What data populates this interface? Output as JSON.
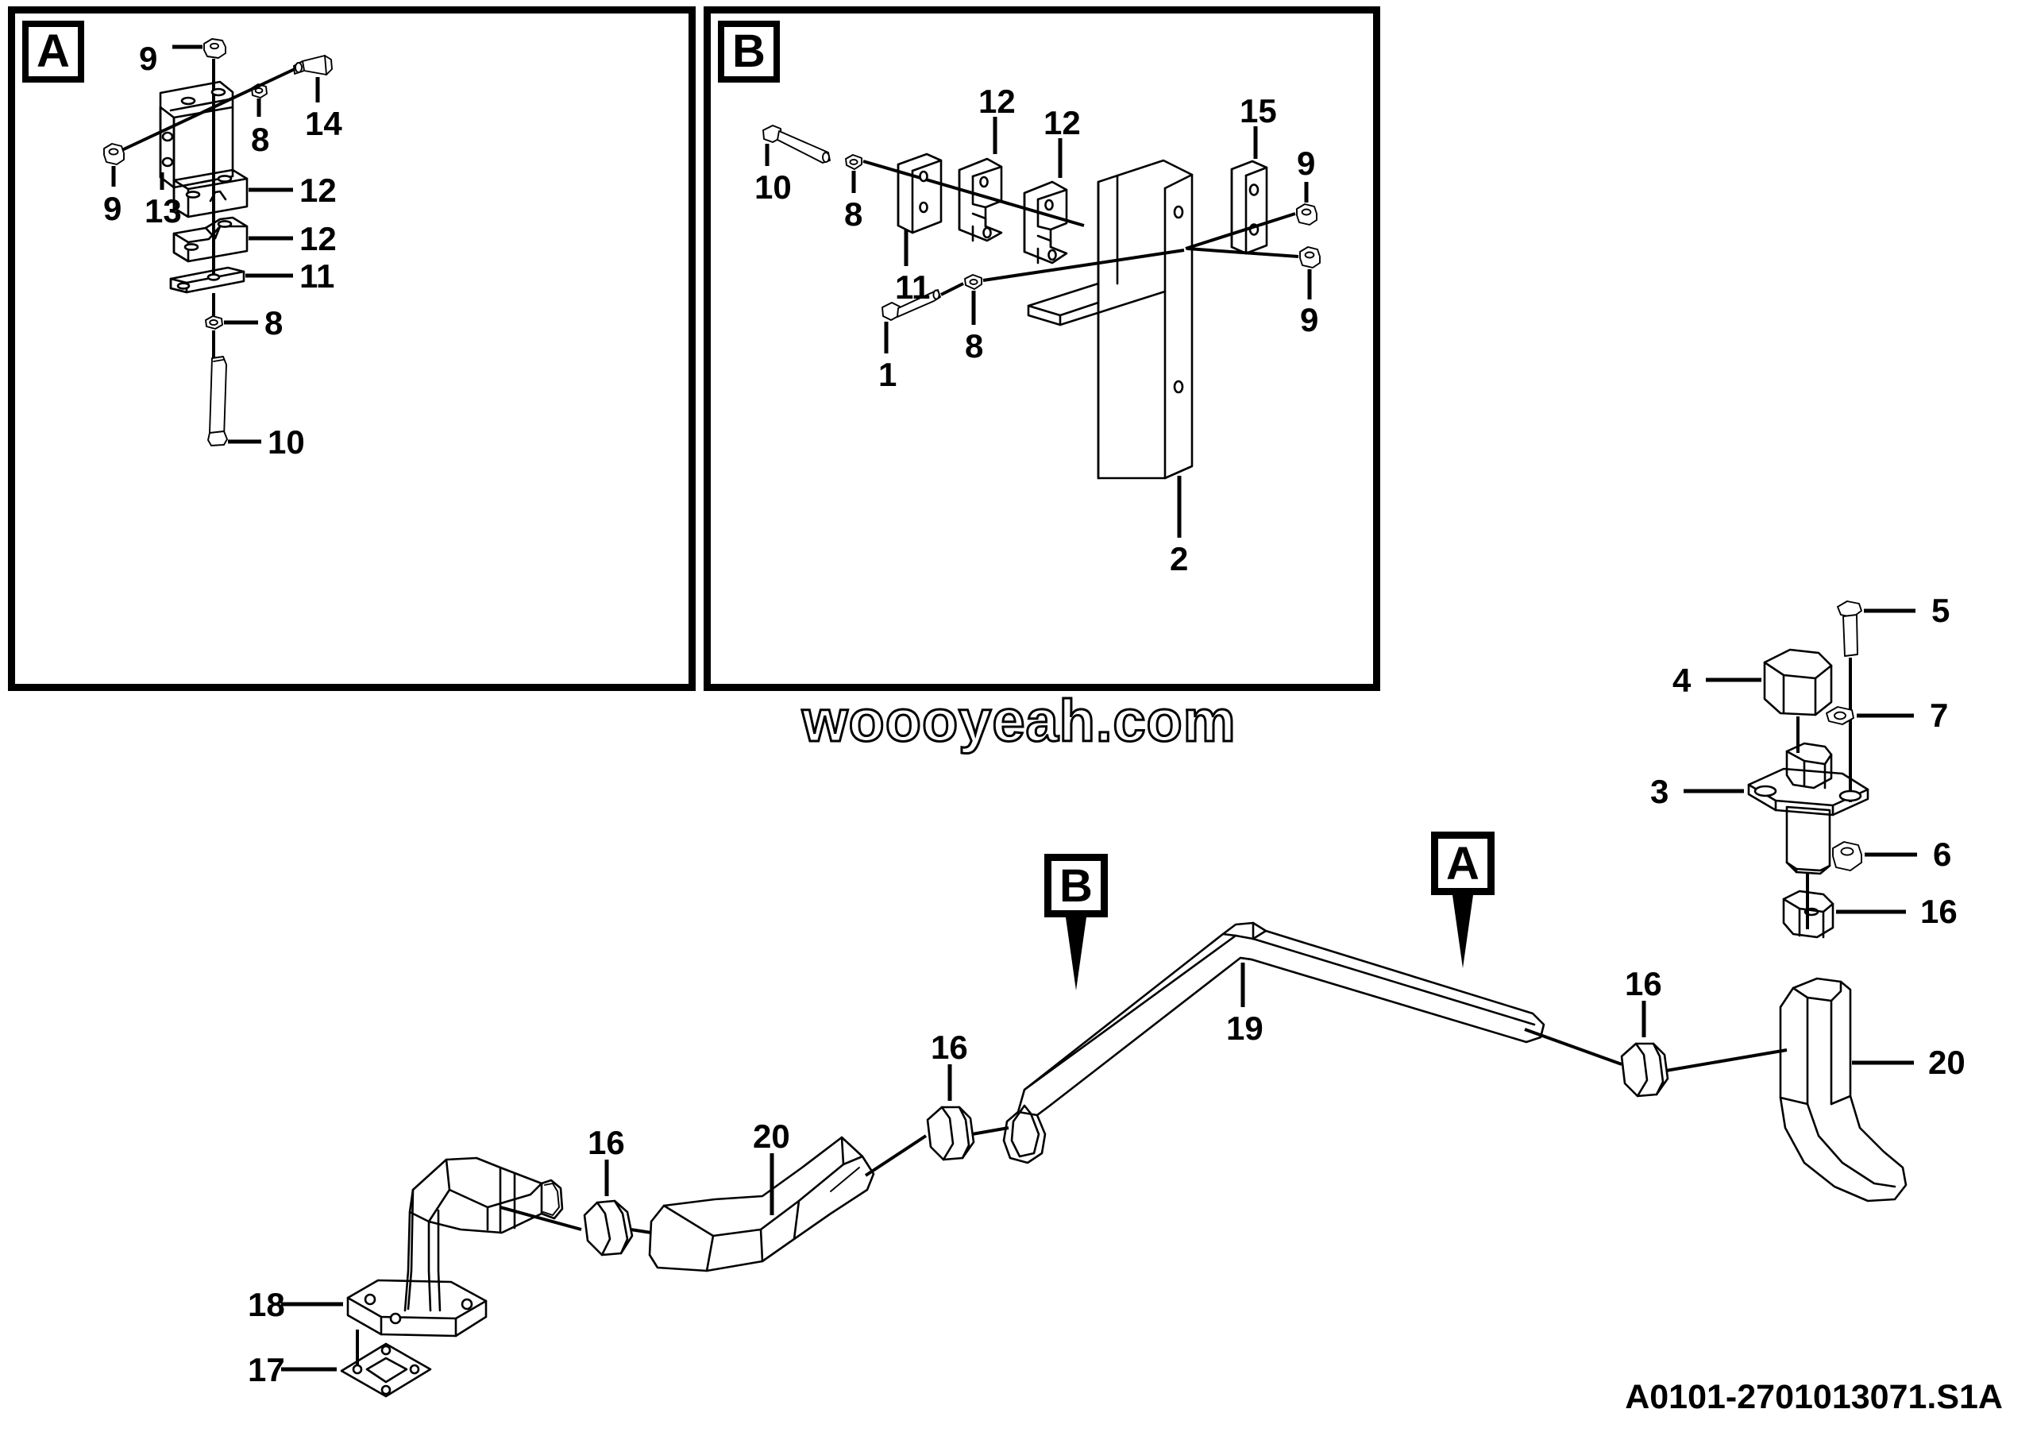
{
  "document": {
    "type": "exploded-parts-diagram",
    "part_number": "A0101-2701013071.S1A",
    "watermark": "woooyeah.com"
  },
  "panels": [
    {
      "id": "A",
      "tag": "A",
      "title": "A"
    },
    {
      "id": "B",
      "tag": "B",
      "title": "B"
    }
  ],
  "section_markers": [
    {
      "id": "marker-b",
      "label": "B"
    },
    {
      "id": "marker-a",
      "label": "A"
    }
  ],
  "callouts": {
    "panel_a": [
      {
        "item": "9",
        "id": "a-9-top"
      },
      {
        "item": "14",
        "id": "a-14"
      },
      {
        "item": "8",
        "id": "a-8-top"
      },
      {
        "item": "9",
        "id": "a-9-left"
      },
      {
        "item": "13",
        "id": "a-13"
      },
      {
        "item": "12",
        "id": "a-12-upper"
      },
      {
        "item": "12",
        "id": "a-12-lower"
      },
      {
        "item": "11",
        "id": "a-11"
      },
      {
        "item": "8",
        "id": "a-8-lower"
      },
      {
        "item": "10",
        "id": "a-10"
      }
    ],
    "panel_b": [
      {
        "item": "10",
        "id": "b-10"
      },
      {
        "item": "8",
        "id": "b-8-upper"
      },
      {
        "item": "12",
        "id": "b-12-left"
      },
      {
        "item": "12",
        "id": "b-12-right"
      },
      {
        "item": "15",
        "id": "b-15"
      },
      {
        "item": "9",
        "id": "b-9-upper"
      },
      {
        "item": "11",
        "id": "b-11"
      },
      {
        "item": "9",
        "id": "b-9-lower"
      },
      {
        "item": "1",
        "id": "b-1"
      },
      {
        "item": "8",
        "id": "b-8-lower"
      },
      {
        "item": "2",
        "id": "b-2"
      }
    ],
    "main": [
      {
        "item": "5",
        "id": "m-5"
      },
      {
        "item": "4",
        "id": "m-4"
      },
      {
        "item": "7",
        "id": "m-7"
      },
      {
        "item": "3",
        "id": "m-3"
      },
      {
        "item": "6",
        "id": "m-6"
      },
      {
        "item": "16",
        "id": "m-16-valve"
      },
      {
        "item": "16",
        "id": "m-16-right"
      },
      {
        "item": "20",
        "id": "m-20-right"
      },
      {
        "item": "19",
        "id": "m-19"
      },
      {
        "item": "16",
        "id": "m-16-mid"
      },
      {
        "item": "20",
        "id": "m-20-left"
      },
      {
        "item": "16",
        "id": "m-16-left"
      },
      {
        "item": "18",
        "id": "m-18"
      },
      {
        "item": "17",
        "id": "m-17"
      }
    ]
  },
  "item_numbers": [
    "1",
    "2",
    "3",
    "4",
    "5",
    "6",
    "7",
    "8",
    "9",
    "10",
    "11",
    "12",
    "13",
    "14",
    "15",
    "16",
    "17",
    "18",
    "19",
    "20"
  ]
}
